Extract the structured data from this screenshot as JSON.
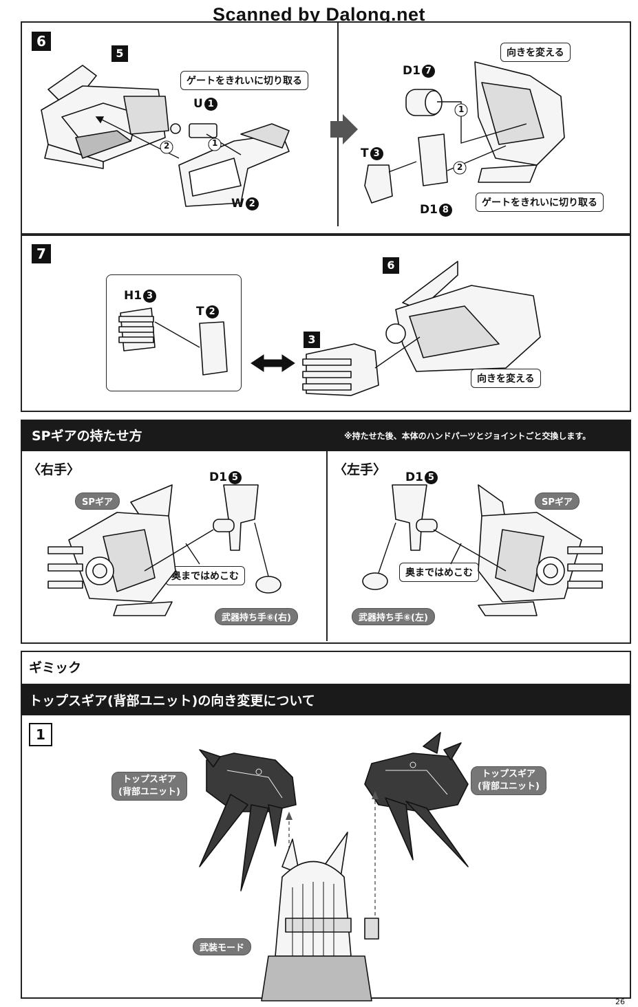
{
  "watermark": "Scanned by Dalong.net",
  "step6": {
    "step_number": "6",
    "left": {
      "ref_step": "5",
      "callout_gate": "ゲートをきれいに切り取る",
      "part_u": "U",
      "part_u_num": "1",
      "part_w": "W",
      "part_w_num": "2",
      "order_1": "1",
      "order_2": "2"
    },
    "right": {
      "callout_direction": "向きを変える",
      "part_d1a": "D1",
      "part_d1a_num": "7",
      "part_t": "T",
      "part_t_num": "3",
      "part_d1b": "D1",
      "part_d1b_num": "8",
      "callout_gate": "ゲートをきれいに切り取る",
      "order_1": "1",
      "order_2": "2"
    }
  },
  "step7": {
    "step_number": "7",
    "part_h1": "H1",
    "part_h1_num": "3",
    "part_t": "T",
    "part_t_num": "2",
    "ref_step3": "3",
    "ref_step6": "6",
    "callout_direction": "向きを変える"
  },
  "sp_gear": {
    "header": "SPギアの持たせ方",
    "note": "※持たせた後、本体のハンドパーツとジョイントごと交換します。",
    "right_hand": {
      "title": "〈右手〉",
      "gear_label": "SPギア",
      "part_d1": "D1",
      "part_d1_num": "5",
      "callout_insert": "奥まではめこむ",
      "hand_label": "武器持ち手⑥(右)"
    },
    "left_hand": {
      "title": "〈左手〉",
      "gear_label": "SPギア",
      "part_d1": "D1",
      "part_d1_num": "5",
      "callout_insert": "奥まではめこむ",
      "hand_label": "武器持ち手⑥(左)"
    }
  },
  "gimmick": {
    "title": "ギミック",
    "subtitle": "トップスギア(背部ユニット)の向き変更について",
    "step_number": "1",
    "left_label_line1": "トップスギア",
    "left_label_line2": "(背部ユニット)",
    "right_label_line1": "トップスギア",
    "right_label_line2": "(背部ユニット)",
    "mode_label": "武装モード"
  },
  "page_number": "26",
  "colors": {
    "ink": "#111111",
    "dark_bar": "#1a1a1a",
    "label_pill": "#777777",
    "part_fill": "#f5f5f5",
    "shade": "#3a3a3a"
  }
}
